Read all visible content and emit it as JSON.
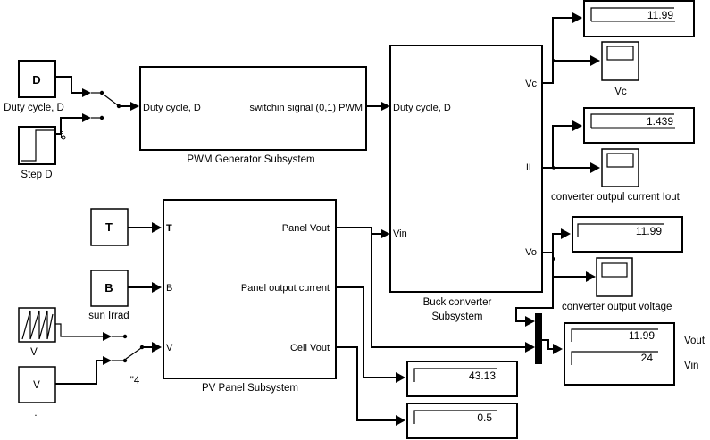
{
  "diagram": {
    "sources": {
      "duty_const": {
        "text": "D",
        "label": "Duty cycle, D"
      },
      "step": {
        "label": "Step D"
      },
      "temp_const": {
        "text": "T"
      },
      "irrad_const": {
        "text": "B",
        "label": "sun Irrad"
      },
      "ramp": {
        "label": "V"
      },
      "volt_const": {
        "text": "V",
        "label": "."
      },
      "switch2_label": "\"4"
    },
    "pwm": {
      "title": "PWM Generator Subsystem",
      "in_port": "Duty  cycle, D",
      "out_port": "switchin signal (0,1) PWM"
    },
    "pv": {
      "title": "PV Panel Subsystem",
      "in_ports": [
        "T",
        "B",
        "V"
      ],
      "out_ports": [
        "Panel Vout",
        "Panel output current",
        "Cell Vout"
      ]
    },
    "buck": {
      "title_line1": "Buck converter",
      "title_line2": "Subsystem",
      "in_ports": [
        "Duty  cycle, D",
        "Vin"
      ],
      "out_ports": [
        "Vc",
        "IL",
        "Vo"
      ]
    },
    "displays": {
      "vc": "11.99",
      "il": "1.439",
      "vo": "11.99",
      "panel_current": "43.13",
      "cell_vout": "0.5",
      "mux_vout": "11.99",
      "mux_vin": "24"
    },
    "scopes": {
      "vc": "Vc",
      "il": "converter outpul current Iout",
      "vo": "converter output voltage"
    },
    "mux_labels": {
      "vout": "Vout",
      "vin": "Vin"
    }
  }
}
